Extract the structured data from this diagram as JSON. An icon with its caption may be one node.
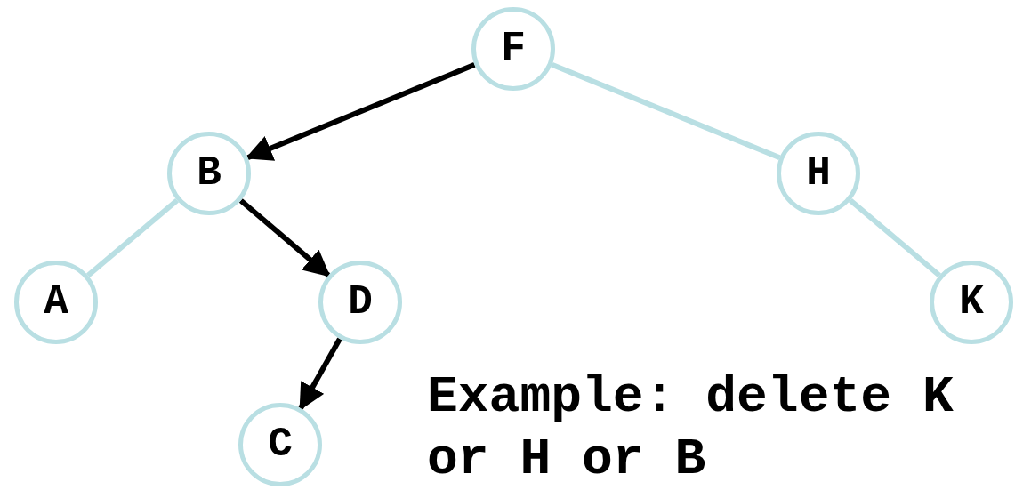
{
  "diagram": {
    "nodes": [
      {
        "text": [
          "F"
        ]
      },
      {
        "text": [
          "B"
        ]
      },
      {
        "text": [
          "H"
        ]
      },
      {
        "text": [
          "A"
        ]
      },
      {
        "text": [
          "D"
        ]
      },
      {
        "text": [
          "K"
        ]
      },
      {
        "text": [
          "C"
        ]
      }
    ],
    "edges": [
      {
        "from": 0,
        "to": 1,
        "arrow": "to",
        "color": "#000000"
      },
      {
        "from": 0,
        "to": 2,
        "arrow": "none",
        "color": "#b9dfe3"
      },
      {
        "from": 1,
        "to": 3,
        "arrow": "none",
        "color": "#b9dfe3"
      },
      {
        "from": 1,
        "to": 4,
        "arrow": "to",
        "color": "#000000"
      },
      {
        "from": 2,
        "to": 5,
        "arrow": "none",
        "color": "#b9dfe3"
      },
      {
        "from": 4,
        "to": 6,
        "arrow": "to",
        "color": "#000000"
      }
    ],
    "labels": [
      "Example: delete K or H or B"
    ]
  }
}
